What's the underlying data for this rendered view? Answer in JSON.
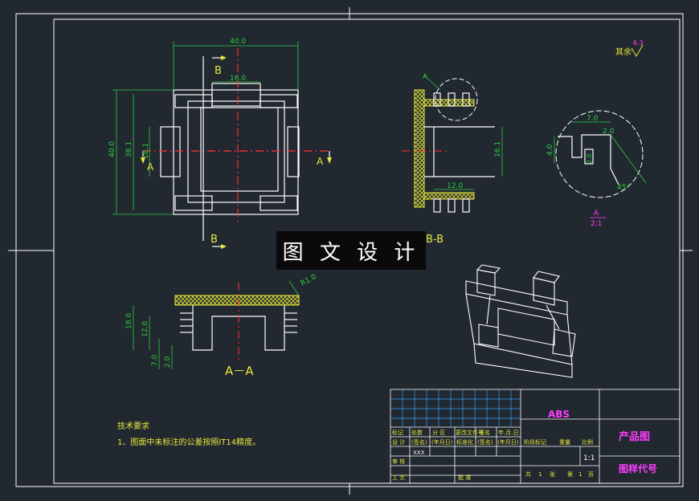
{
  "banner": "图 文 设 计",
  "roughness": {
    "label": "其余",
    "value": "6.3"
  },
  "views": {
    "front": {
      "section_marks": [
        "A",
        "A",
        "B",
        "B"
      ],
      "dims": [
        "40.0",
        "16.0",
        "40.0",
        "38.1",
        "16.1"
      ]
    },
    "side_section": {
      "label": "B-B",
      "leader": "A",
      "dims": [
        "16.1",
        "12.0"
      ]
    },
    "detail": {
      "label": "A",
      "scale": "2:1",
      "dims": [
        "7.0",
        "2.0",
        "4.0",
        "2.0",
        "45°"
      ]
    },
    "section_aa": {
      "label": "A－A",
      "radius": "R1.0",
      "dims": [
        "18.0",
        "12.0",
        "7.0",
        "2.0"
      ]
    }
  },
  "notes": {
    "title": "技术要求",
    "line1": "1、图面中未标注的公差按照IT14精度。"
  },
  "title_block": {
    "material": "ABS",
    "product": "产品图",
    "drawing_no": "图样代号",
    "scale": "1:1",
    "row1": [
      "标记",
      "处数",
      "分  区",
      "更改文件号",
      "签名",
      "年.月.日"
    ],
    "row2": [
      "设  计",
      "(签名)",
      "(年月日)",
      "标准化",
      "(签名)",
      "(年月日)"
    ],
    "designer": "XXX",
    "stage": [
      "阶段标记",
      "重量",
      "比例"
    ],
    "row4": [
      "审  核"
    ],
    "row5": [
      "工  艺",
      "批  准"
    ],
    "sheets": [
      "共",
      "1",
      "张",
      "第",
      "1",
      "页"
    ]
  }
}
